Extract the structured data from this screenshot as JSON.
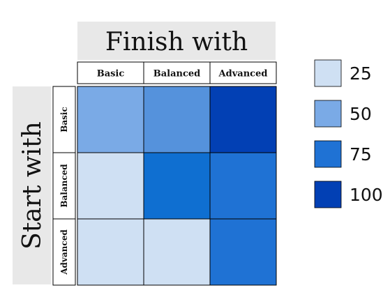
{
  "chart_data": {
    "type": "heatmap",
    "title": "Finish with",
    "xlabel": "Finish with",
    "ylabel": "Start with",
    "x_categories": [
      "Basic",
      "Balanced",
      "Advanced"
    ],
    "y_categories": [
      "Basic",
      "Balanced",
      "Advanced"
    ],
    "values": [
      [
        50,
        50,
        100
      ],
      [
        25,
        75,
        75
      ],
      [
        25,
        25,
        75
      ]
    ],
    "legend": [
      {
        "label": "25",
        "value": 25,
        "color": "#cfe0f3"
      },
      {
        "label": "50",
        "value": 50,
        "color": "#7aaae6"
      },
      {
        "label": "75",
        "value": 75,
        "color": "#1f72d4"
      },
      {
        "label": "100",
        "value": 100,
        "color": "#0240b4"
      }
    ],
    "cell_colors": {
      "basic_basic": "#7aaae6",
      "basic_balanced": "#5592dc",
      "basic_advanced": "#0240b4",
      "balanced_basic": "#cfe0f3",
      "balanced_balanced": "#0f6fd1",
      "balanced_advanced": "#1f72d4",
      "advanced_basic": "#cfe0f3",
      "advanced_balanced": "#cfe0f3",
      "advanced_advanced": "#1f72d4"
    },
    "legend_placement": "right"
  }
}
